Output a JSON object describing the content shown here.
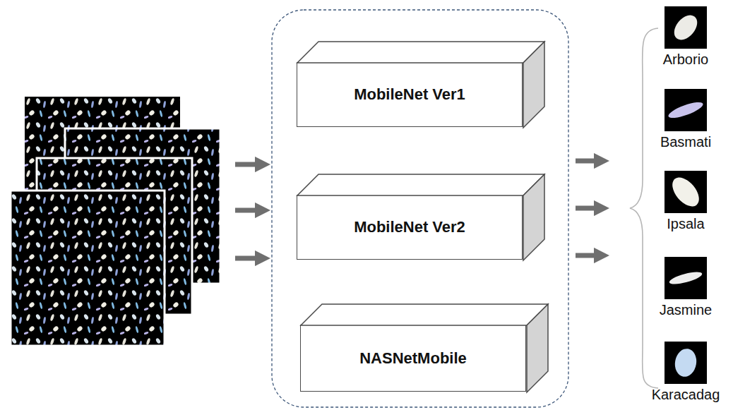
{
  "diagram": {
    "nodes": [
      {
        "text": [
          "MobileNet Ver1"
        ]
      },
      {
        "text": [
          "MobileNet Ver2"
        ]
      },
      {
        "text": [
          "NASNetMobile"
        ]
      },
      {
        "text": [
          "Arborio"
        ]
      },
      {
        "text": [
          "Basmati"
        ]
      },
      {
        "text": [
          "Ipsala"
        ]
      },
      {
        "text": [
          "Jasmine"
        ]
      },
      {
        "text": [
          "Karacadag"
        ]
      }
    ]
  }
}
